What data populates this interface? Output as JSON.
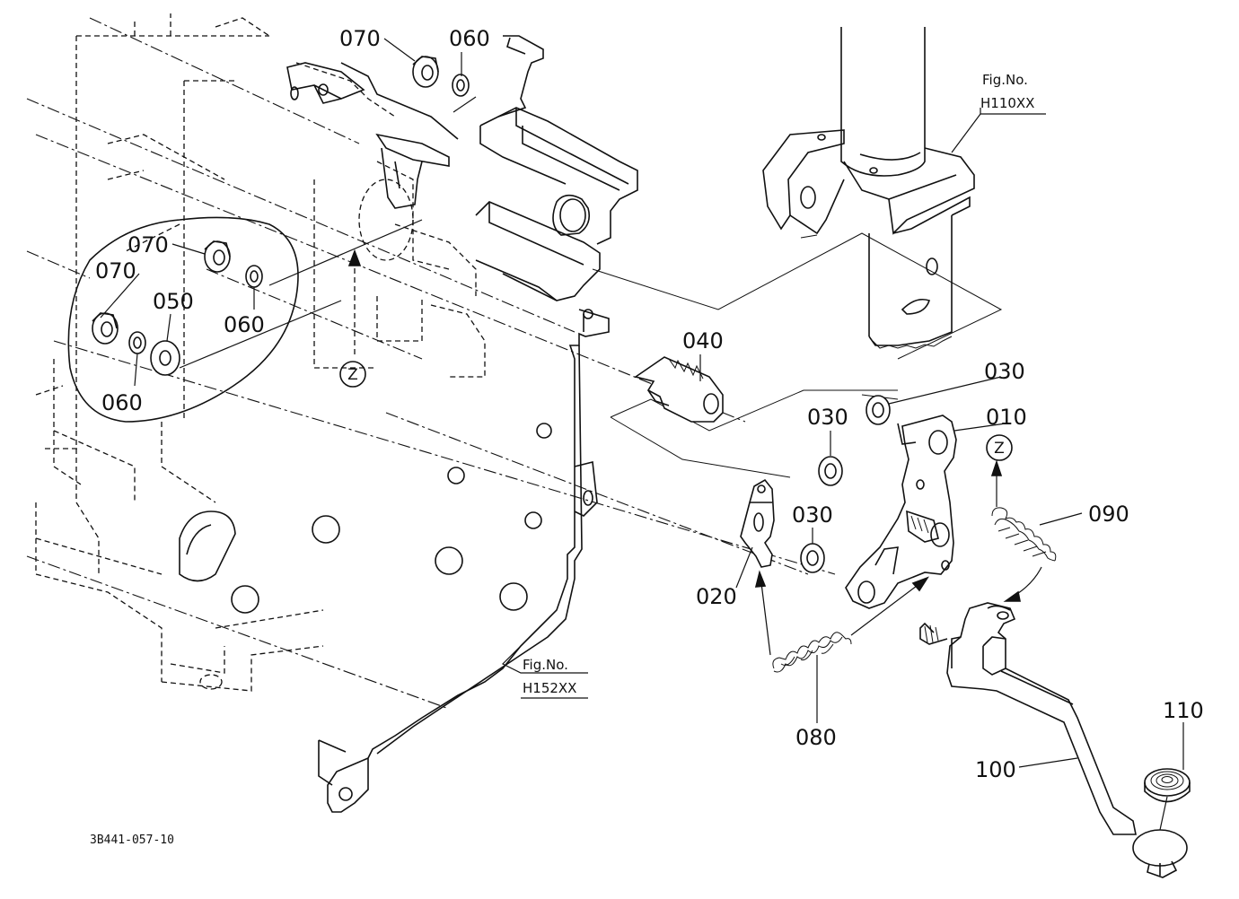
{
  "labels": {
    "p010": "010",
    "p020": "020",
    "p030a": "030",
    "p030b": "030",
    "p030c": "030",
    "p040": "040",
    "p050": "050",
    "p060a": "060",
    "p060b": "060",
    "p060c": "060",
    "p070a": "070",
    "p070b": "070",
    "p070c": "070",
    "p080": "080",
    "p090": "090",
    "p100": "100",
    "p110": "110"
  },
  "refs": {
    "fig_h110_line1": "Fig.No.",
    "fig_h110_line2": "H110XX",
    "fig_h152_line1": "Fig.No.",
    "fig_h152_line2": "H152XX"
  },
  "view_marker": {
    "z_upper": "Z",
    "z_lower": "Z"
  },
  "drawing_code": "3B441-057-10"
}
